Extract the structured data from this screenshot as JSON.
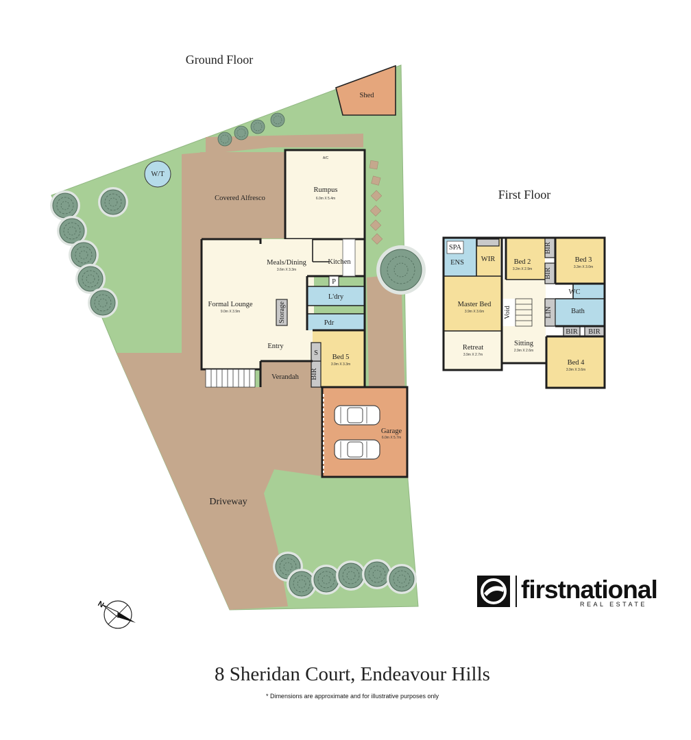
{
  "floors": {
    "ground": "Ground Floor",
    "first": "First Floor"
  },
  "ground_rooms": {
    "shed": "Shed",
    "wt": "W/T",
    "covered_alfresco": "Covered Alfresco",
    "rumpus": "Rumpus",
    "rumpus_dim": "6.0m X 5.4m",
    "ac": "A/C",
    "meals_dining": "Meals/Dining",
    "meals_dining_dim": "3.6m X 3.3m",
    "kitchen": "Kitchen",
    "pantry": "P",
    "laundry": "L'dry",
    "powder": "Pdr",
    "formal_lounge": "Formal Lounge",
    "formal_lounge_dim": "9.0m X 3.9m",
    "storage": "Storage",
    "entry": "Entry",
    "s": "S",
    "bed5": "Bed 5",
    "bed5_dim": "3.9m X 3.3m",
    "verandah": "Verandah",
    "bir": "BIR",
    "garage": "Garage",
    "garage_dim": "6.0m X 5.7m",
    "driveway": "Driveway"
  },
  "first_rooms": {
    "spa": "SPA",
    "ens": "ENS",
    "wir": "WIR",
    "bed2": "Bed 2",
    "bed2_dim": "3.2m X 2.9m",
    "bir_a": "BIR",
    "bed3": "Bed 3",
    "bed3_dim": "3.3m X 3.0m",
    "bir_b": "BIR",
    "wc": "WC",
    "master_bed": "Master Bed",
    "master_bed_dim": "3.9m X 3.6m",
    "void": "Void",
    "lin": "LIN",
    "bath": "Bath",
    "bir_c": "BIR",
    "bir_d": "BIR",
    "retreat": "Retreat",
    "retreat_dim": "3.9m X 2.7m",
    "sitting": "Sitting",
    "sitting_dim": "2.9m X 2.6m",
    "bed4": "Bed 4",
    "bed4_dim": "3.9m X 3.6m"
  },
  "compass": {
    "label": "N"
  },
  "brand": {
    "name": "firstnational",
    "tagline": "REAL ESTATE"
  },
  "address": "8 Sheridan Court, Endeavour Hills",
  "disclaimer": "* Dimensions are approximate and for illustrative purposes only",
  "colors": {
    "lawn": "#a8cf96",
    "paving": "#c5a88d",
    "shed": "#e5a67c",
    "living": "#fbf6e3",
    "bedroom": "#f6e09c",
    "wet": "#b5dbe9",
    "wall": "#1e1e1e",
    "tree": "#7f9e8b"
  }
}
